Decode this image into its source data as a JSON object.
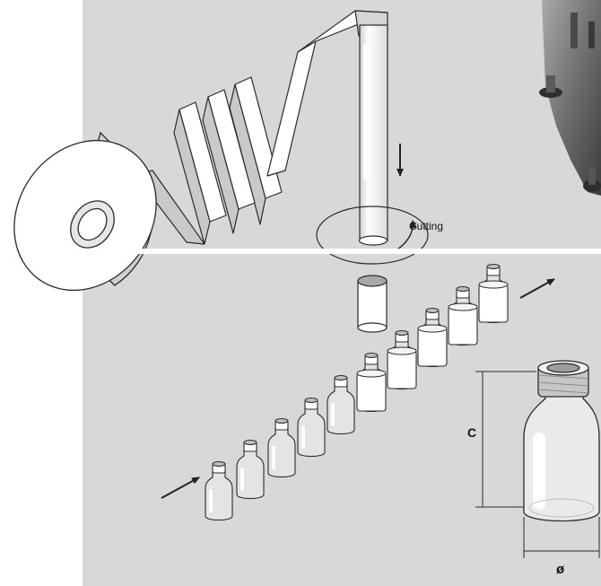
{
  "labels": {
    "cutting": "Cutting",
    "height": "C",
    "diameter": "ø"
  },
  "colors": {
    "background_panel": "#d8d8d8",
    "film": "#ffffff",
    "film_shade": "#c9c9c9",
    "stroke": "#2a2a2a",
    "machine": "#7d7d7d"
  },
  "icons": [
    "flow-arrow-icon",
    "down-arrow-icon",
    "rotation-arrow-icon"
  ]
}
